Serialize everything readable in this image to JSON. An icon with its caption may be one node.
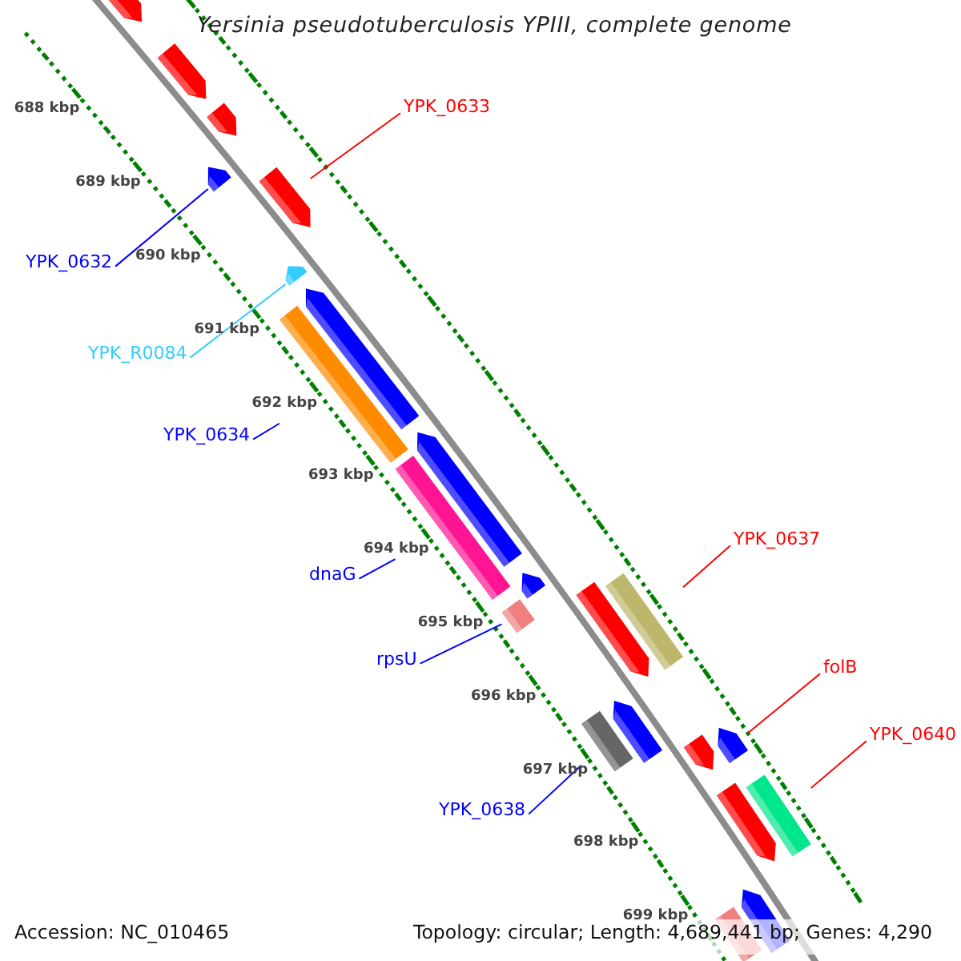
{
  "diagram": {
    "title": "Yersinia pseudotuberculosis YPIII, complete genome",
    "nodes": [
      {
        "text": [],
        "shape": "arrow"
      },
      {
        "text": [],
        "shape": "arrow"
      },
      {
        "text": [],
        "shape": "arrow"
      },
      {
        "text": [],
        "shape": "arrow"
      },
      {
        "text": [],
        "shape": "arrow"
      },
      {
        "text": [],
        "shape": "arrow"
      },
      {
        "text": [],
        "shape": "arrow"
      },
      {
        "text": [],
        "shape": "bar"
      },
      {
        "text": [],
        "shape": "arrow"
      },
      {
        "text": [],
        "shape": "bar"
      },
      {
        "text": [],
        "shape": "arrow"
      },
      {
        "text": [],
        "shape": "bar"
      },
      {
        "text": [],
        "shape": "arrow"
      },
      {
        "text": [],
        "shape": "bar"
      },
      {
        "text": [],
        "shape": "bar"
      },
      {
        "text": [],
        "shape": "arrow"
      },
      {
        "text": [],
        "shape": "arrow"
      },
      {
        "text": [],
        "shape": "arrow"
      },
      {
        "text": [],
        "shape": "arrow"
      },
      {
        "text": [],
        "shape": "bar"
      },
      {
        "text": [],
        "shape": "bar"
      },
      {
        "text": [],
        "shape": "arrow"
      },
      {
        "text": [
          "YPK_0633"
        ]
      },
      {
        "text": [
          "YPK_0632"
        ]
      },
      {
        "text": [
          "YPK_R0084"
        ]
      },
      {
        "text": [
          "YPK_0634"
        ]
      },
      {
        "text": [
          "dnaG"
        ]
      },
      {
        "text": [
          "rpsU"
        ]
      },
      {
        "text": [
          "YPK_0637"
        ]
      },
      {
        "text": [
          "YPK_0638"
        ]
      },
      {
        "text": [
          "folB"
        ]
      },
      {
        "text": [
          "YPK_0640"
        ]
      }
    ],
    "edges": [
      {
        "from": 22,
        "to": 3,
        "arrow": "none",
        "color": "#ff0000"
      },
      {
        "from": 23,
        "to": 4,
        "arrow": "none"
      },
      {
        "from": 24,
        "to": 5,
        "arrow": "none",
        "color": "#33ccff"
      },
      {
        "from": 25,
        "to": 7,
        "arrow": "none"
      },
      {
        "from": 26,
        "to": 9,
        "arrow": "none"
      },
      {
        "from": 27,
        "to": 11,
        "arrow": "none"
      },
      {
        "from": 28,
        "to": 13,
        "arrow": "none",
        "color": "#ff0000"
      },
      {
        "from": 29,
        "to": 14,
        "arrow": "none"
      },
      {
        "from": 30,
        "to": 17,
        "arrow": "none",
        "color": "#ff0000"
      },
      {
        "from": 31,
        "to": 19,
        "arrow": "none",
        "color": "#ff0000"
      }
    ],
    "labels": [
      "688 kbp",
      "689 kbp",
      "690 kbp",
      "691 kbp",
      "692 kbp",
      "693 kbp",
      "694 kbp",
      "695 kbp",
      "696 kbp",
      "697 kbp",
      "698 kbp",
      "699 kbp",
      "Accession: NC_010465",
      "Topology: circular; Length: 4,689,441 bp; Genes: 4,290"
    ]
  }
}
